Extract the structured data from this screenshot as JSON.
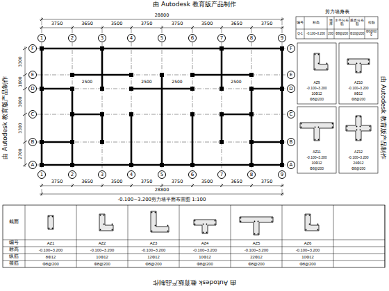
{
  "diagram": {
    "caption": "-0.100~3.200剪力墙平面布置图 1:100",
    "nodes": [
      {
        "text": [
          "1"
        ]
      },
      {
        "text": [
          "2"
        ]
      },
      {
        "text": [
          "3"
        ]
      },
      {
        "text": [
          "4"
        ]
      },
      {
        "text": [
          "5"
        ]
      },
      {
        "text": [
          "6"
        ]
      },
      {
        "text": [
          "7"
        ]
      },
      {
        "text": [
          "8"
        ]
      },
      {
        "text": [
          "9"
        ]
      },
      {
        "text": [
          "1"
        ]
      },
      {
        "text": [
          "2"
        ]
      },
      {
        "text": [
          "3"
        ]
      },
      {
        "text": [
          "4"
        ]
      },
      {
        "text": [
          "5"
        ]
      },
      {
        "text": [
          "6"
        ]
      },
      {
        "text": [
          "7"
        ]
      },
      {
        "text": [
          "8"
        ]
      },
      {
        "text": [
          "9"
        ]
      },
      {
        "text": [
          "F"
        ]
      },
      {
        "text": [
          "E"
        ]
      },
      {
        "text": [
          "D"
        ]
      },
      {
        "text": [
          "C"
        ]
      },
      {
        "text": [
          "B"
        ]
      },
      {
        "text": [
          "A"
        ]
      },
      {
        "text": [
          "F"
        ]
      },
      {
        "text": [
          "E"
        ]
      },
      {
        "text": [
          "D"
        ]
      },
      {
        "text": [
          "C"
        ]
      },
      {
        "text": [
          "B"
        ]
      },
      {
        "text": [
          "A"
        ]
      },
      {
        "text": [
          "AZ9",
          "-0.100~3.200",
          "10Φ12",
          "Φ8@200"
        ]
      },
      {
        "text": [
          "AZ10",
          "-0.100~3.200",
          "8Φ12",
          "Φ8@200"
        ]
      },
      {
        "text": [
          "AZ11",
          "-0.100~3.200",
          "10Φ12",
          "Φ8@200"
        ]
      },
      {
        "text": [
          "AZ12",
          "-0.100~3.200",
          "24Φ12",
          "Φ8@200"
        ]
      },
      {
        "text": [
          "AZ1",
          "-0.100~3.200",
          "8Φ12",
          "Φ8@200"
        ]
      },
      {
        "text": [
          "AZ2",
          "-0.100~3.200",
          "10Φ12",
          "Φ8@200"
        ]
      },
      {
        "text": [
          "AZ3",
          "-0.100~3.200",
          "12Φ12",
          "Φ8@200"
        ]
      },
      {
        "text": [
          "AZ4",
          "-0.100~3.200",
          "10Φ12",
          "Φ8@200"
        ]
      },
      {
        "text": [
          "AZ5",
          "-0.100~3.200",
          "22Φ12",
          "Φ8@200"
        ]
      },
      {
        "text": [
          "AZ6",
          "-0.100~3.200",
          "10Φ12",
          "Φ8@200"
        ]
      }
    ],
    "labels": [
      "由 Autodesk 教育版产品制作",
      "由 Autodesk 教育版产品制作",
      "由 Autodesk 教育版产品制作",
      "由 Autodesk 教育版产品制作",
      "28800",
      "3750",
      "3650",
      "3500",
      "3750",
      "3750",
      "3500",
      "3650",
      "3750",
      "28800",
      "3750",
      "3650",
      "3500",
      "3750",
      "3750",
      "3500",
      "3650",
      "3750",
      "3300",
      "1800",
      "3000",
      "3300",
      "2700",
      "2500",
      "2500",
      "2500",
      "2500",
      "剪力墙身表",
      "编号",
      "标高",
      "墙厚",
      "水平分布筋",
      "垂直分布筋",
      "拉筋",
      "Q-1",
      "-0.100~3.200",
      "200",
      "Φ8@200",
      "Φ10@200",
      "Φ6@600",
      "截面",
      "编号",
      "标高",
      "纵筋",
      "箍筋"
    ]
  }
}
